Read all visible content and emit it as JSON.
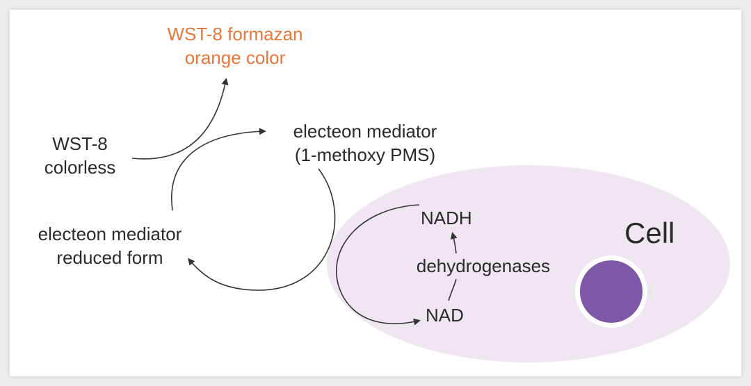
{
  "product": {
    "line1": "WST-8 formazan",
    "line2": "orange color"
  },
  "substrate": {
    "line1": "WST-8",
    "line2": "colorless"
  },
  "mediator_oxidized": {
    "line1": "electeon mediator",
    "line2": "(1-methoxy PMS)"
  },
  "mediator_reduced": {
    "line1": "electeon mediator",
    "line2": "reduced form"
  },
  "cell": {
    "label": "Cell",
    "nadh": "NADH",
    "nad": "NAD",
    "enzyme": "dehydrogenases"
  },
  "colors": {
    "product_text": "#e8763a",
    "cell_fill": "#efe6f1",
    "nucleus": "#7e57a6",
    "arrow": "#333333"
  }
}
